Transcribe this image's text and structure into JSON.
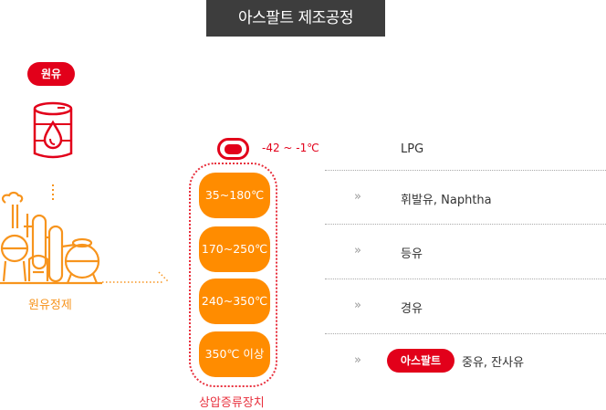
{
  "title": "아스팔트 제조공정",
  "crude": {
    "badge": "원유",
    "refine_label": "원유정제"
  },
  "column": {
    "label": "상압증류장치",
    "top_temp": "-42 ~ -1℃",
    "fractions": [
      "35~180℃",
      "170~250℃",
      "240~350℃",
      "350℃ 이상"
    ]
  },
  "products": [
    {
      "name": "LPG"
    },
    {
      "name": "휘발유, Naphtha"
    },
    {
      "name": "등유"
    },
    {
      "name": "경유"
    },
    {
      "name": "중유, 잔사유",
      "badge": "아스팔트"
    }
  ],
  "chevron": "»",
  "colors": {
    "red": "#e2001a",
    "orange": "#ff8c00",
    "title_bg": "#3d3d3d"
  },
  "icons": [
    "oil-barrel-icon",
    "refinery-icon",
    "chevron-double-right-icon"
  ]
}
